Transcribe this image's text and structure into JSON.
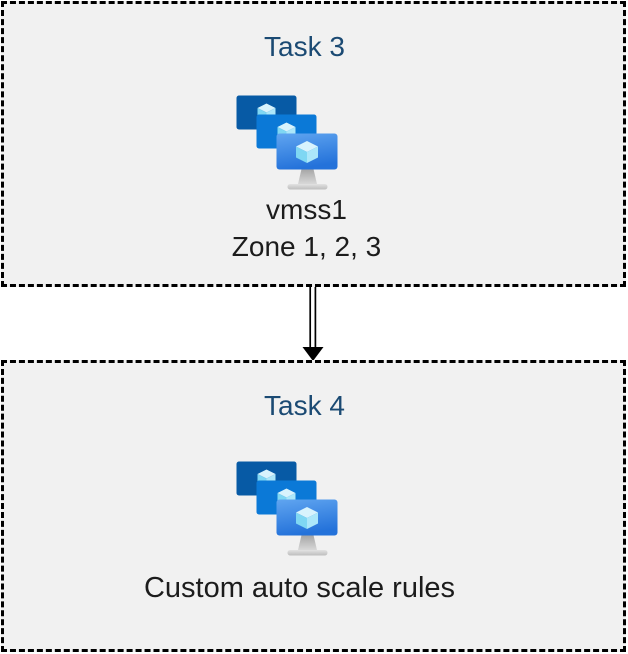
{
  "diagram": {
    "boxes": [
      {
        "title": "Task 3",
        "icon": "vm-scale-sets-icon",
        "lines": [
          "vmss1",
          "Zone 1, 2, 3"
        ]
      },
      {
        "title": "Task 4",
        "icon": "vm-scale-sets-icon",
        "lines": [
          "Custom auto scale rules"
        ]
      }
    ],
    "connector": {
      "icon": "arrow-down-icon",
      "style": "double-line-down-arrow"
    },
    "colors": {
      "box_fill": "#f1f1f1",
      "box_border": "#000000",
      "title_text": "#1b4a73",
      "body_text": "#1c1c1c",
      "monitor_back": "#075aa5",
      "monitor_middle": "#0b79d7",
      "monitor_front_top": "#60a5f0",
      "monitor_front_bottom": "#2472da",
      "cube_top": "#d8f3fd",
      "cube_left": "#7fd7f3",
      "cube_right": "#ace7fa",
      "stand": "#c4c4c4",
      "arrow": "#000000"
    }
  }
}
